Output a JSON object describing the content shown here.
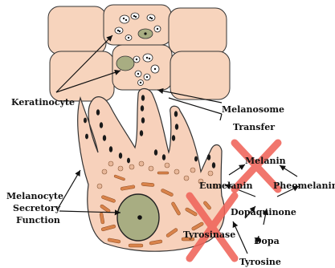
{
  "labels": {
    "keratinocyte": "Keratinocyte",
    "melanosome_transfer_line1": "Melanosome",
    "melanosome_transfer_line2": "Transfer",
    "melanocyte_line1": "Melanocyte",
    "melanocyte_line2": "Secretory",
    "melanocyte_line3": "Function"
  },
  "pathway": {
    "melanin": "Melanin",
    "eumelanin": "Eumelanin",
    "pheomelanin": "Pheomelanin",
    "dopaquinone": "Dopaquinone",
    "tyrosinase": "Tyrosinase",
    "dopa": "Dopa",
    "tyrosine": "Tyrosine"
  },
  "colors": {
    "keratinocyte_fill": "#f7d4bd",
    "melanocyte_fill": "#f7d1bb",
    "nucleus_fill": "#a8ad82",
    "granule_fill": "#d9834a",
    "cross_color": "#f0645a",
    "melanosome_dark": "#1a1a1a"
  }
}
